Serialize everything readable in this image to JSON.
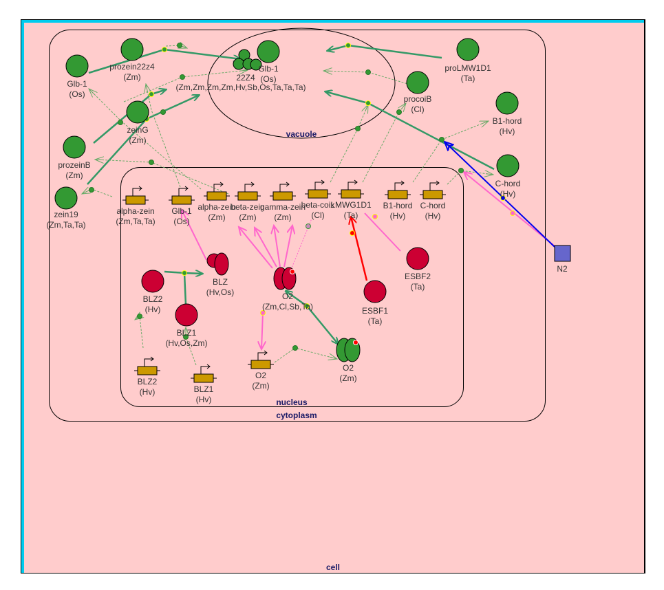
{
  "colors": {
    "cell_fill": "#ffcccc",
    "cell_border": "#00ccee",
    "protein": "#339933",
    "tf": "#cc0033",
    "gene": "#cc9900",
    "signal": "#6666cc",
    "transport": "#339966",
    "expression": "#66aa66",
    "activation": "#ff66cc",
    "inhibition_red": "#ff0000",
    "blue_link": "#0000ee",
    "compartment_label": "#1a1a66"
  },
  "compartments": {
    "cell": "cell",
    "cytoplasm": "cytoplasm",
    "nucleus": "nucleus",
    "vacuole": "vacuole"
  },
  "proteins": [
    {
      "id": "glb1-os-cyt",
      "name": "Glb-1",
      "species": "(Os)"
    },
    {
      "id": "prozein22z4",
      "name": "prozein22z4",
      "species": "(Zm)"
    },
    {
      "id": "zeing",
      "name": "zeinG",
      "species": "(Zm)"
    },
    {
      "id": "prozeinb",
      "name": "prozeinB",
      "species": "(Zm)"
    },
    {
      "id": "zein19",
      "name": "zein19",
      "species": "(Zm,Ta,Ta)"
    },
    {
      "id": "22z4",
      "name": "22Z4",
      "species": "(Zm,Zm,Zm,Zm,Hv,Sb,Os,Ta,Ta,Ta)"
    },
    {
      "id": "glb1-os-vac",
      "name": "Glb-1",
      "species": "(Os)"
    },
    {
      "id": "prolmw1d1",
      "name": "proLMW1D1",
      "species": "(Ta)"
    },
    {
      "id": "procoib",
      "name": "procoiB",
      "species": "(Cl)"
    },
    {
      "id": "b1hord-prot",
      "name": "B1-hord",
      "species": "(Hv)"
    },
    {
      "id": "chord-prot",
      "name": "C-hord",
      "species": "(Hv)"
    },
    {
      "id": "o2-zm-prot",
      "name": "O2",
      "species": "(Zm)"
    }
  ],
  "transcription_factors": [
    {
      "id": "blz",
      "name": "BLZ",
      "species": "(Hv,Os)"
    },
    {
      "id": "blz2",
      "name": "BLZ2",
      "species": "(Hv)"
    },
    {
      "id": "blz1",
      "name": "BLZ1",
      "species": "(Hv,Os,Zm)"
    },
    {
      "id": "o2-complex",
      "name": "O2",
      "species": "(Zm,Cl,Sb,Ta)"
    },
    {
      "id": "esbf1",
      "name": "ESBF1",
      "species": "(Ta)"
    },
    {
      "id": "esbf2",
      "name": "ESBF2",
      "species": "(Ta)"
    }
  ],
  "genes": [
    {
      "id": "g-alphazein1",
      "name": "alpha-zein",
      "species": "(Zm,Ta,Ta)"
    },
    {
      "id": "g-glb1",
      "name": "Glb-1",
      "species": "(Os)"
    },
    {
      "id": "g-alphazein2",
      "name": "alpha-zein",
      "species": "(Zm)"
    },
    {
      "id": "g-betazein",
      "name": "beta-zein",
      "species": "(Zm)"
    },
    {
      "id": "g-gammazein",
      "name": "gamma-zein",
      "species": "(Zm)"
    },
    {
      "id": "g-betacoix",
      "name": "beta-coix",
      "species": "(Cl)"
    },
    {
      "id": "g-lmwg1d1",
      "name": "LMWG1D1",
      "species": "(Ta)"
    },
    {
      "id": "g-b1hord",
      "name": "B1-hord",
      "species": "(Hv)"
    },
    {
      "id": "g-chord",
      "name": "C-hord",
      "species": "(Hv)"
    },
    {
      "id": "g-blz2",
      "name": "BLZ2",
      "species": "(Hv)"
    },
    {
      "id": "g-blz1",
      "name": "BLZ1",
      "species": "(Hv)"
    },
    {
      "id": "g-o2",
      "name": "O2",
      "species": "(Zm)"
    }
  ],
  "signals": [
    {
      "id": "n2",
      "name": "N2"
    }
  ]
}
